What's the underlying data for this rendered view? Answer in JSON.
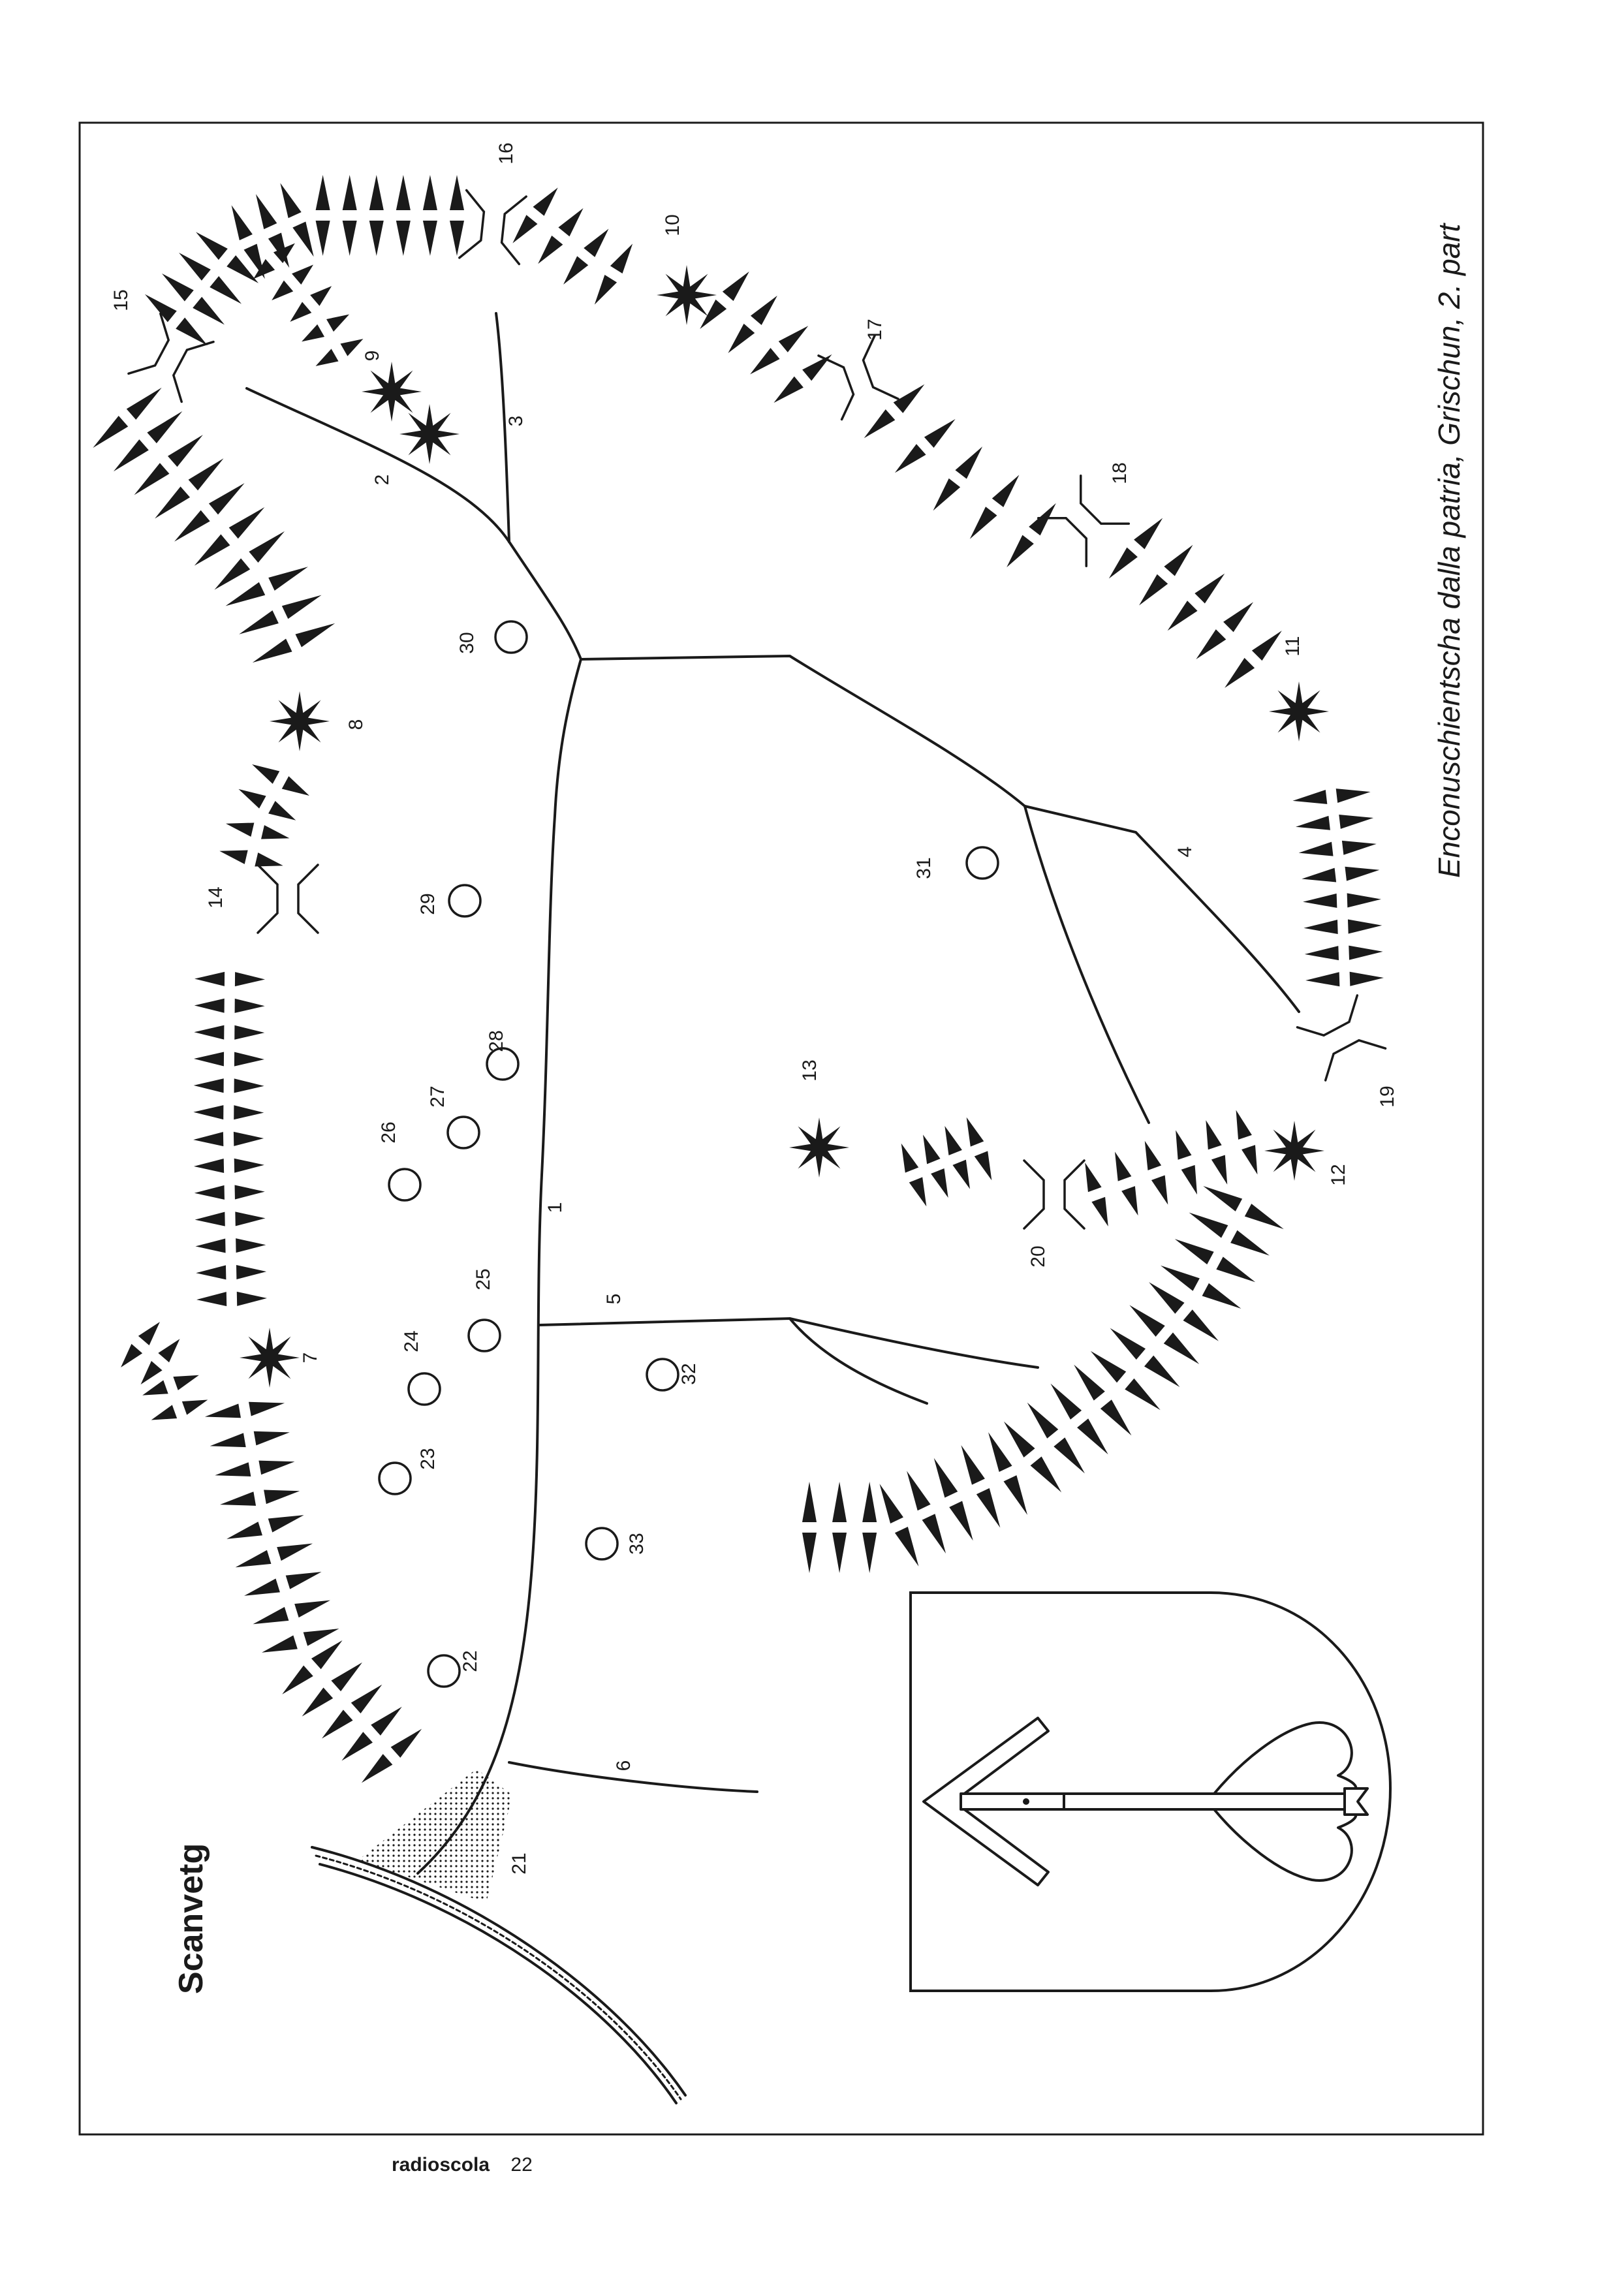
{
  "page": {
    "title": "Scanvetg",
    "caption": "Enconuschientscha dalla patria, Grischun, 2. part",
    "publication": "radioscola",
    "page_number": "22"
  },
  "map": {
    "labels": {
      "l1": "1",
      "l2": "2",
      "l3": "3",
      "l4": "4",
      "l5": "5",
      "l6": "6",
      "l7": "7",
      "l8": "8",
      "l9": "9",
      "l10": "10",
      "l11": "11",
      "l12": "12",
      "l13": "13",
      "l14": "14",
      "l15": "15",
      "l16": "16",
      "l17": "17",
      "l18": "18",
      "l19": "19",
      "l20": "20",
      "l21": "21",
      "l22": "22",
      "l23": "23",
      "l24": "24",
      "l25": "25",
      "l26": "26",
      "l27": "27",
      "l28": "28",
      "l29": "29",
      "l30": "30",
      "l31": "31",
      "l32": "32",
      "l33": "33"
    },
    "symbols": {
      "peak": "star-peak-icon",
      "pass": "mountain-pass-icon",
      "village": "village-circle-icon",
      "ridge": "ridge-teeth",
      "glacier": "dotted-triangle"
    },
    "colors": {
      "ink": "#1a1a1a",
      "paper": "#ffffff",
      "shield_arrow": "#ffffff"
    }
  }
}
